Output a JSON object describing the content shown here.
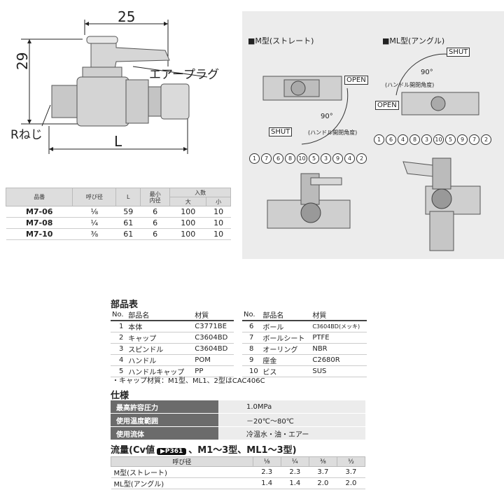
{
  "side_view": {
    "dim_width": "25",
    "dim_height": "29",
    "label_plug": "エアープラグ",
    "label_thread": "Rねじ",
    "label_length": "L"
  },
  "size_table": {
    "headers": {
      "part_no": "品番",
      "size": "呼び径",
      "length": "L",
      "min_bore": "最小\n内径",
      "qty": "入数",
      "qty_large": "大",
      "qty_small": "小"
    },
    "rows": [
      {
        "part_no": "M7-06",
        "size": "⅛",
        "length": "59",
        "min_bore": "6",
        "large": "100",
        "small": "10"
      },
      {
        "part_no": "M7-08",
        "size": "¼",
        "length": "61",
        "min_bore": "6",
        "large": "100",
        "small": "10"
      },
      {
        "part_no": "M7-10",
        "size": "⅜",
        "length": "61",
        "min_bore": "6",
        "large": "100",
        "small": "10"
      }
    ]
  },
  "panel": {
    "m_title": "■M型(ストレート)",
    "ml_title": "■ML型(アングル)",
    "open": "OPEN",
    "shut": "SHUT",
    "angle": "90°",
    "handle_angle": "(ハンドル開閉角度)",
    "m_callouts": [
      "1",
      "7",
      "6",
      "8",
      "10",
      "5",
      "3",
      "9",
      "4",
      "2"
    ],
    "ml_callouts": [
      "1",
      "6",
      "4",
      "8",
      "3",
      "10",
      "5",
      "9",
      "7",
      "2"
    ]
  },
  "parts": {
    "title": "部品表",
    "headers": {
      "no": "No.",
      "name": "部品名",
      "material": "材質"
    },
    "left": [
      {
        "no": "1",
        "name": "本体",
        "material": "C3771BE"
      },
      {
        "no": "2",
        "name": "キャップ",
        "material": "C3604BD"
      },
      {
        "no": "3",
        "name": "スピンドル",
        "material": "C3604BD"
      },
      {
        "no": "4",
        "name": "ハンドル",
        "material": "POM"
      },
      {
        "no": "5",
        "name": "ハンドルキャップ",
        "material": "PP"
      }
    ],
    "right": [
      {
        "no": "6",
        "name": "ボール",
        "material": "C3604BD(メッキ)"
      },
      {
        "no": "7",
        "name": "ボールシート",
        "material": "PTFE"
      },
      {
        "no": "8",
        "name": "オーリング",
        "material": "NBR"
      },
      {
        "no": "9",
        "name": "座金",
        "material": "C2680R"
      },
      {
        "no": "10",
        "name": "ビス",
        "material": "SUS"
      }
    ],
    "note": "・キャップ材質：M1型、ML1、2型はCAC406C"
  },
  "spec": {
    "title": "仕様",
    "rows": [
      {
        "key": "最高許容圧力",
        "value": "1.0MPa"
      },
      {
        "key": "使用温度範囲",
        "value": "－20℃～80℃"
      },
      {
        "key": "使用流体",
        "value": "冷温水・油・エアー"
      }
    ]
  },
  "flow": {
    "title_pre": "流量(Cv値",
    "badge": "▶P361",
    "title_post": "、M1～3型、ML1～3型)",
    "headers": [
      "呼び径",
      "⅛",
      "¼",
      "⅜",
      "½"
    ],
    "rows": [
      {
        "label": "M型(ストレート)",
        "values": [
          "2.3",
          "2.3",
          "3.7",
          "3.7"
        ]
      },
      {
        "label": "ML型(アングル)",
        "values": [
          "1.4",
          "1.4",
          "2.0",
          "2.0"
        ]
      }
    ]
  }
}
